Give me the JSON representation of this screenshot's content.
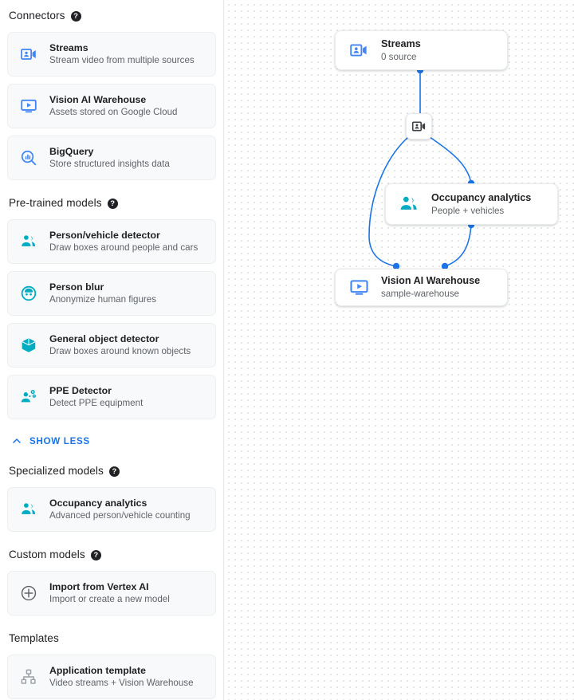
{
  "sidebar": {
    "sections": [
      {
        "id": "connectors",
        "title": "Connectors",
        "has_help": true,
        "help_glyph": "?",
        "icon_color": "#4285f4",
        "items": [
          {
            "icon": "video-camera-person-icon",
            "title": "Streams",
            "subtitle": "Stream video from multiple sources"
          },
          {
            "icon": "monitor-play-icon",
            "title": "Vision AI Warehouse",
            "subtitle": "Assets stored on Google Cloud"
          },
          {
            "icon": "bigquery-magnifier-icon",
            "title": "BigQuery",
            "subtitle": "Store structured insights data"
          }
        ]
      },
      {
        "id": "pre-trained-models",
        "title": "Pre-trained models",
        "has_help": true,
        "help_glyph": "?",
        "icon_color": "#00acc1",
        "items": [
          {
            "icon": "people-group-icon",
            "title": "Person/vehicle detector",
            "subtitle": "Draw boxes around people and cars"
          },
          {
            "icon": "person-blur-face-icon",
            "title": "Person blur",
            "subtitle": "Anonymize human figures"
          },
          {
            "icon": "cube-box-icon",
            "title": "General object detector",
            "subtitle": "Draw boxes around known objects"
          },
          {
            "icon": "ppe-detector-icon",
            "title": "PPE Detector",
            "subtitle": "Detect PPE equipment"
          }
        ],
        "show_less_label": "SHOW LESS"
      },
      {
        "id": "specialized-models",
        "title": "Specialized models",
        "has_help": true,
        "help_glyph": "?",
        "icon_color": "#00acc1",
        "items": [
          {
            "icon": "people-group-icon",
            "title": "Occupancy analytics",
            "subtitle": "Advanced person/vehicle counting"
          }
        ]
      },
      {
        "id": "custom-models",
        "title": "Custom models",
        "has_help": true,
        "help_glyph": "?",
        "icon_color": "#5f6368",
        "items": [
          {
            "icon": "plus-circle-icon",
            "title": "Import from Vertex AI",
            "subtitle": "Import or create a new model"
          }
        ]
      },
      {
        "id": "templates",
        "title": "Templates",
        "has_help": false,
        "help_glyph": "",
        "icon_color": "#9aa0a6",
        "items": [
          {
            "icon": "hierarchy-template-icon",
            "title": "Application template",
            "subtitle": "Video streams + Vision Warehouse"
          }
        ]
      }
    ]
  },
  "canvas": {
    "nodes": [
      {
        "id": "streams",
        "icon": "video-camera-person-icon",
        "title": "Streams",
        "subtitle": "0 source"
      },
      {
        "id": "mini",
        "icon": "video-camera-person-icon",
        "title": "",
        "subtitle": ""
      },
      {
        "id": "occupancy",
        "icon": "people-group-icon",
        "title": "Occupancy analytics",
        "subtitle": "People + vehicles"
      },
      {
        "id": "warehouse",
        "icon": "monitor-play-icon",
        "title": "Vision AI Warehouse",
        "subtitle": "sample-warehouse"
      }
    ],
    "edge_color": "#1a73e8",
    "port_color": "#1a73e8",
    "grid_dot_color": "#dfe1e3"
  },
  "colors": {
    "blue": "#4285f4",
    "link_blue": "#1a73e8",
    "teal": "#00acc1",
    "gray": "#5f6368",
    "text": "#202124",
    "card_bg": "#f8f9fa"
  }
}
